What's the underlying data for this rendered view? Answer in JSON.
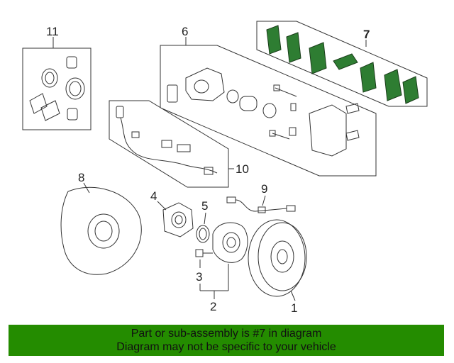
{
  "callouts": {
    "c1": "1",
    "c2": "2",
    "c3": "3",
    "c4": "4",
    "c5": "5",
    "c6": "6",
    "c7": "7",
    "c8": "8",
    "c9": "9",
    "c10": "10",
    "c11": "11"
  },
  "highlight_color": "#2e7d32",
  "banner": {
    "color": "#248c00",
    "line1": "Part or sub-assembly is #7 in diagram",
    "line2": "Diagram may not be specific to your vehicle"
  }
}
